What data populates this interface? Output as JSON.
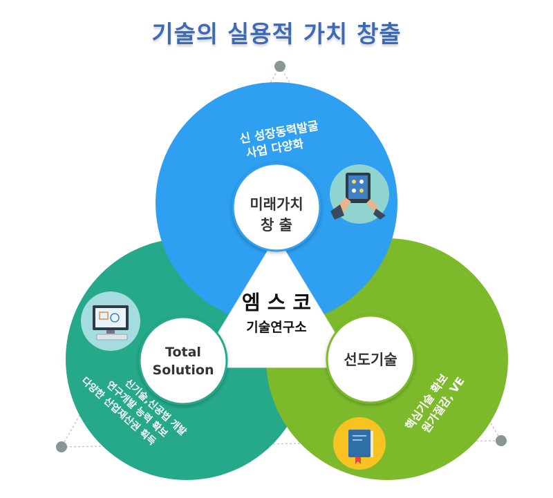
{
  "title": "기술의 실용적 가치 창출",
  "center": {
    "line1": "엠 스 코",
    "line2": "기술연구소"
  },
  "circles": {
    "top": {
      "label_line1": "미래가치",
      "label_line2": "창 출",
      "desc_line1": "신 성장동력발굴",
      "desc_line2": "사업 다양화",
      "icon": "tablet-hands-icon",
      "color": "#2e9ff1"
    },
    "left": {
      "label_line1": "Total",
      "label_line2": "Solution",
      "desc_line1": "신기술,신공법 개발",
      "desc_line2": "연구개발 능력 확보",
      "desc_line3": "다양한 산업재산권 획득",
      "icon": "computer-monitor-icon",
      "color": "#26a98b"
    },
    "right": {
      "label_line1": "선도기술",
      "desc_line1": "핵심기술 확보",
      "desc_line2": "원가절감, VE",
      "icon": "book-icon",
      "color": "#7dba2b"
    }
  },
  "colors": {
    "title": "#3d6ab4",
    "center_triangle": "#ffffff",
    "node_dots": "#8b9497",
    "connector_lines": "#c4c9cb"
  }
}
